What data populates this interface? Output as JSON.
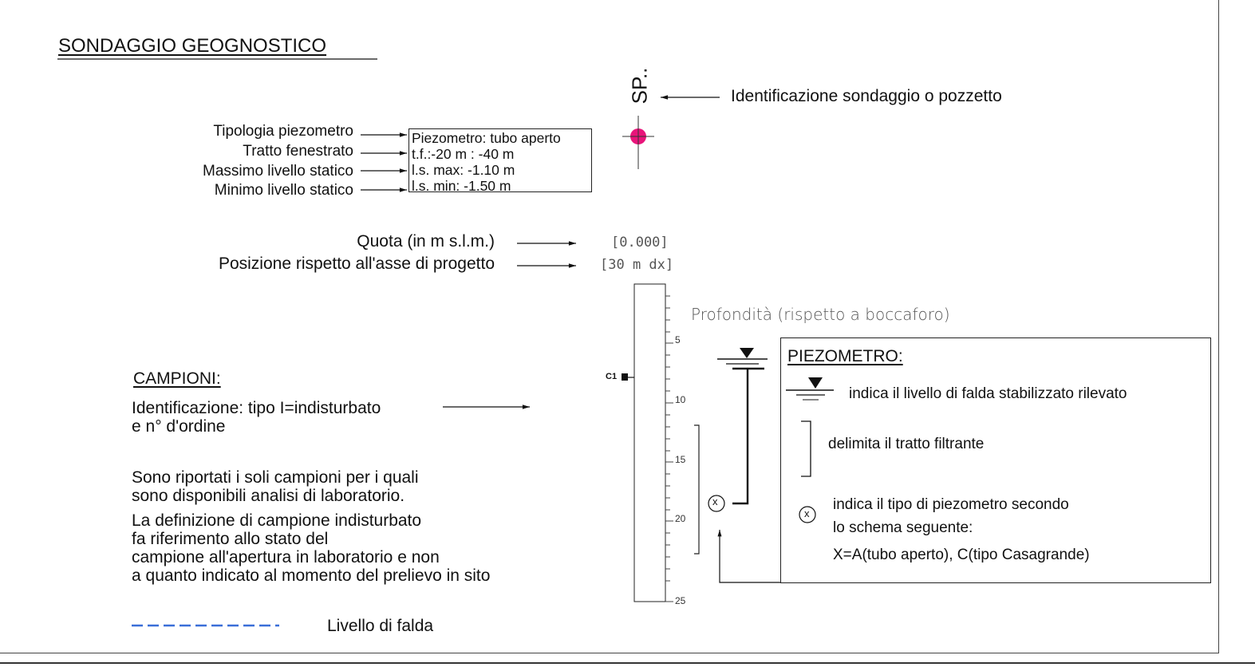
{
  "title": "SONDAGGIO GEOGNOSTICO",
  "borehole": {
    "id_label": "SP..",
    "id_description": "Identificazione sondaggio o pozzetto"
  },
  "info_labels": [
    "Tipologia piezometro",
    "Tratto fenestrato",
    "Massimo livello statico",
    "Minimo livello statico"
  ],
  "info_box": [
    "Piezometro: tubo aperto",
    "t.f.:-20 m : -40 m",
    "l.s. max: -1.10 m",
    "l.s. min: -1.50 m"
  ],
  "quota": {
    "label": "Quota (in m s.l.m.)",
    "value": "[0.000]"
  },
  "position": {
    "label": "Posizione rispetto all'asse di progetto",
    "value": "[30  m  dx]"
  },
  "depth_axis": {
    "title": "Profondità  (rispetto  a  boccaforo)",
    "ticks": [
      "5",
      "10",
      "15",
      "20",
      "25"
    ]
  },
  "sample_marker": "C1",
  "piezometer_legend": {
    "title": "PIEZOMETRO:",
    "water_level_text": "indica il livello di falda stabilizzato rilevato",
    "filter_text": "delimita il tratto filtrante",
    "type_text_1": "indica il tipo di piezometro secondo",
    "type_text_2": "lo schema seguente:",
    "type_text_3": "X=A(tubo aperto), C(tipo Casagrande)",
    "symbol_x": "x"
  },
  "campioni": {
    "title": "CAMPIONI:",
    "id_line_1": "Identificazione: tipo I=indisturbato",
    "id_line_2": "e n° d'ordine",
    "note_1": "Sono riportati i soli campioni per i quali",
    "note_2": "sono disponibili analisi di laboratorio.",
    "note_3": "La definizione di campione indisturbato",
    "note_4": "fa riferimento allo stato del",
    "note_5": "campione all'apertura in laboratorio e non",
    "note_6": "a quanto indicato al momento del prelievo in sito"
  },
  "water_table_label": "Livello di falda",
  "colors": {
    "marker": "#e8147a",
    "water_line": "#3a6fd8",
    "ink": "#111111"
  }
}
